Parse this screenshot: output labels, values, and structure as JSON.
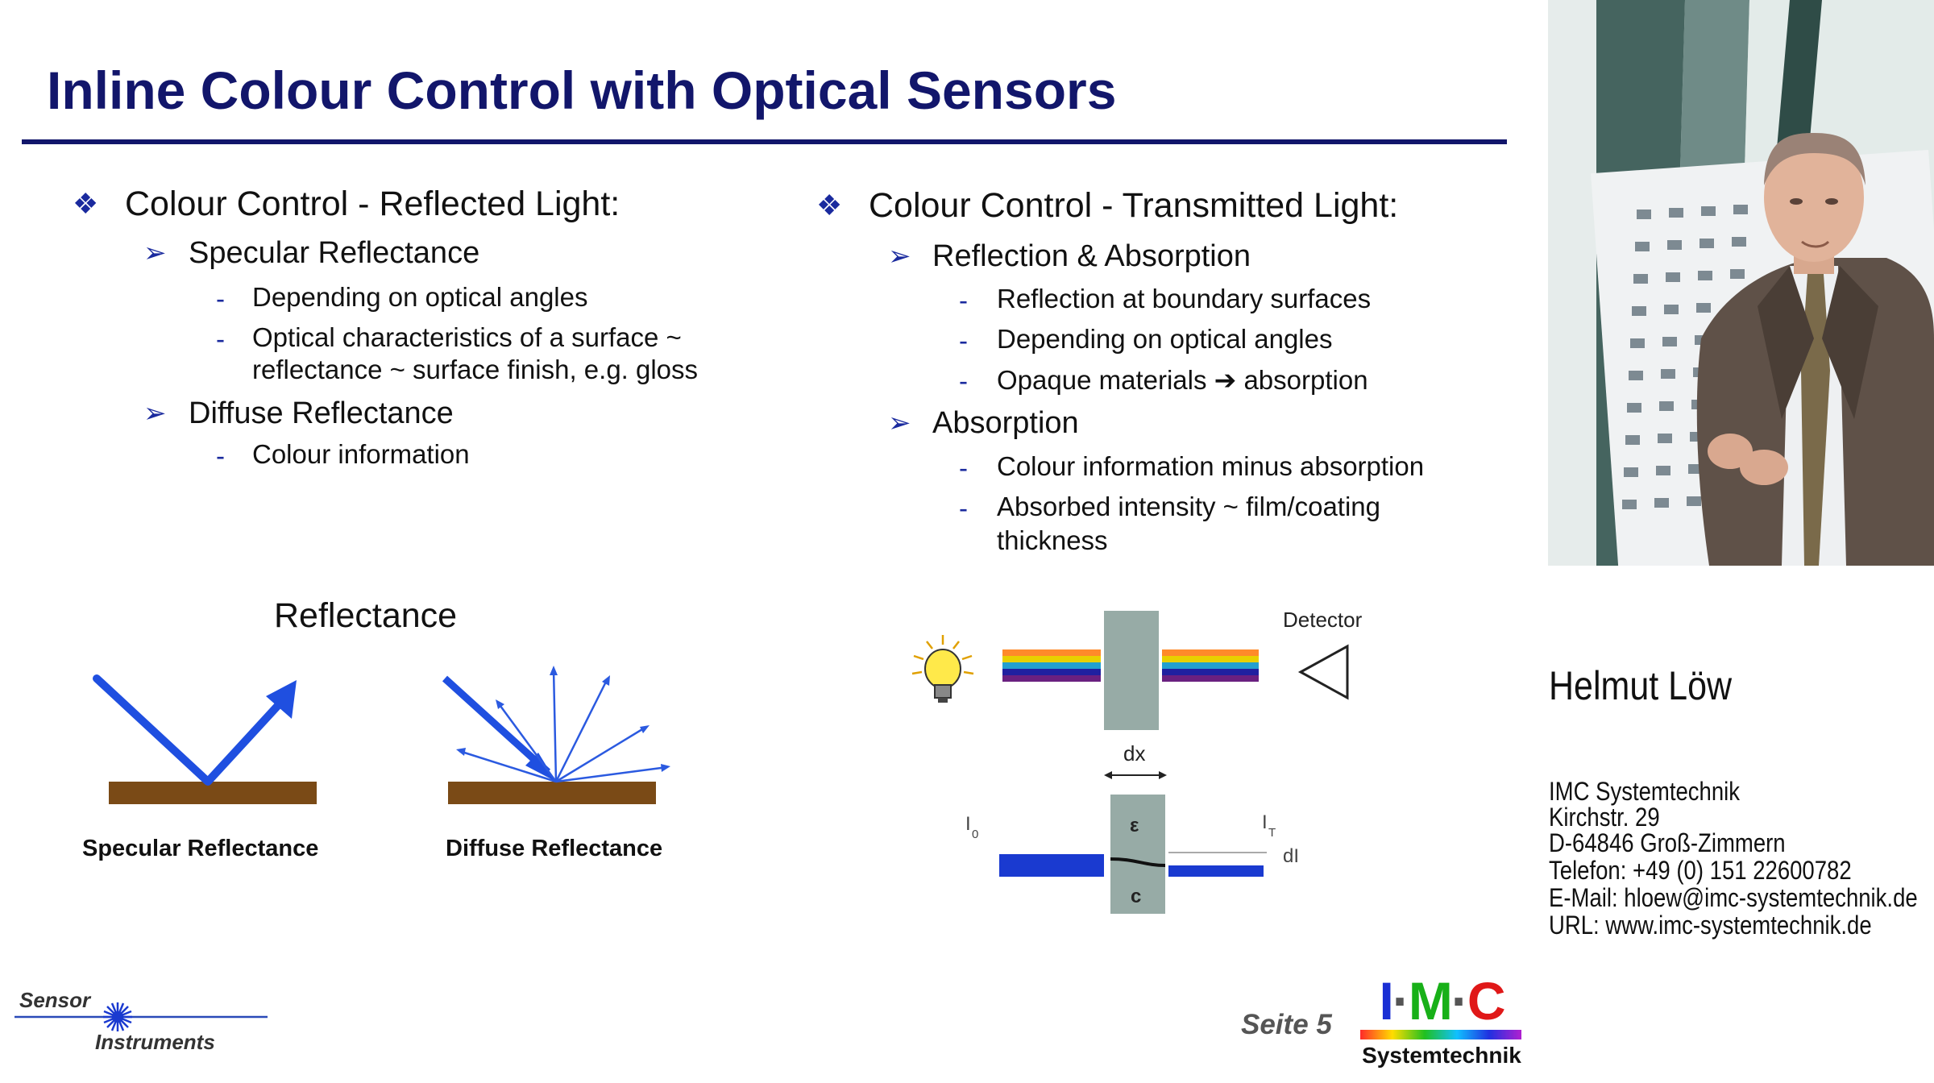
{
  "slide": {
    "title": "Inline Colour Control with Optical Sensors",
    "left": {
      "heading": "Colour Control - Reflected Light:",
      "sub1": "Specular Reflectance",
      "sub1_items": [
        "Depending on optical angles",
        "Optical characteristics of a surface ~",
        "reflectance ~ surface finish, e.g. gloss"
      ],
      "sub2": "Diffuse Reflectance",
      "sub2_items": [
        "Colour information"
      ]
    },
    "right": {
      "heading": "Colour Control - Transmitted Light:",
      "sub1": "Reflection & Absorption",
      "sub1_items": [
        "Reflection at boundary surfaces",
        "Depending on optical angles",
        "Opaque materials ➔ absorption"
      ],
      "sub2": "Absorption",
      "sub2_items": [
        "Colour information minus absorption",
        "Absorbed intensity ~ film/coating",
        "thickness"
      ]
    },
    "markers": {
      "level1": "❖",
      "level2": "➢",
      "level3": "-"
    },
    "reflectance": {
      "title": "Reflectance",
      "specular_caption": "Specular Reflectance",
      "diffuse_caption": "Diffuse Reflectance"
    },
    "transmission": {
      "detector": "Detector",
      "dx": "dx",
      "i0": "I",
      "i0_sub": "0",
      "it": "I",
      "it_sub": "T",
      "dl": "dI",
      "epsilon": "ε",
      "c": "c"
    },
    "page": "Seite 5",
    "logos": {
      "sensor_instruments_line1": "Sensor",
      "sensor_instruments_line2": "Instruments",
      "imc_i": "I",
      "imc_m": "M",
      "imc_c": "C",
      "imc_dot": "·",
      "imc_sub": "Systemtechnik"
    }
  },
  "speaker": {
    "name": "Helmut Löw",
    "contact": [
      "IMC Systemtechnik",
      "Kirchstr. 29",
      "D-64846 Groß-Zimmern",
      "Telefon: +49 (0) 151 22600782",
      "E-Mail: hloew@imc-systemtechnik.de",
      "URL: www.imc-systemtechnik.de"
    ]
  },
  "colors": {
    "title": "#12166b",
    "bullet": "#1a2a9e",
    "arrow": "#1f4fe0",
    "surface": "#7a4a16",
    "sample": "#97aba6",
    "imc_blue": "#1a2fd4",
    "imc_green": "#18b018",
    "imc_red": "#e01818"
  }
}
